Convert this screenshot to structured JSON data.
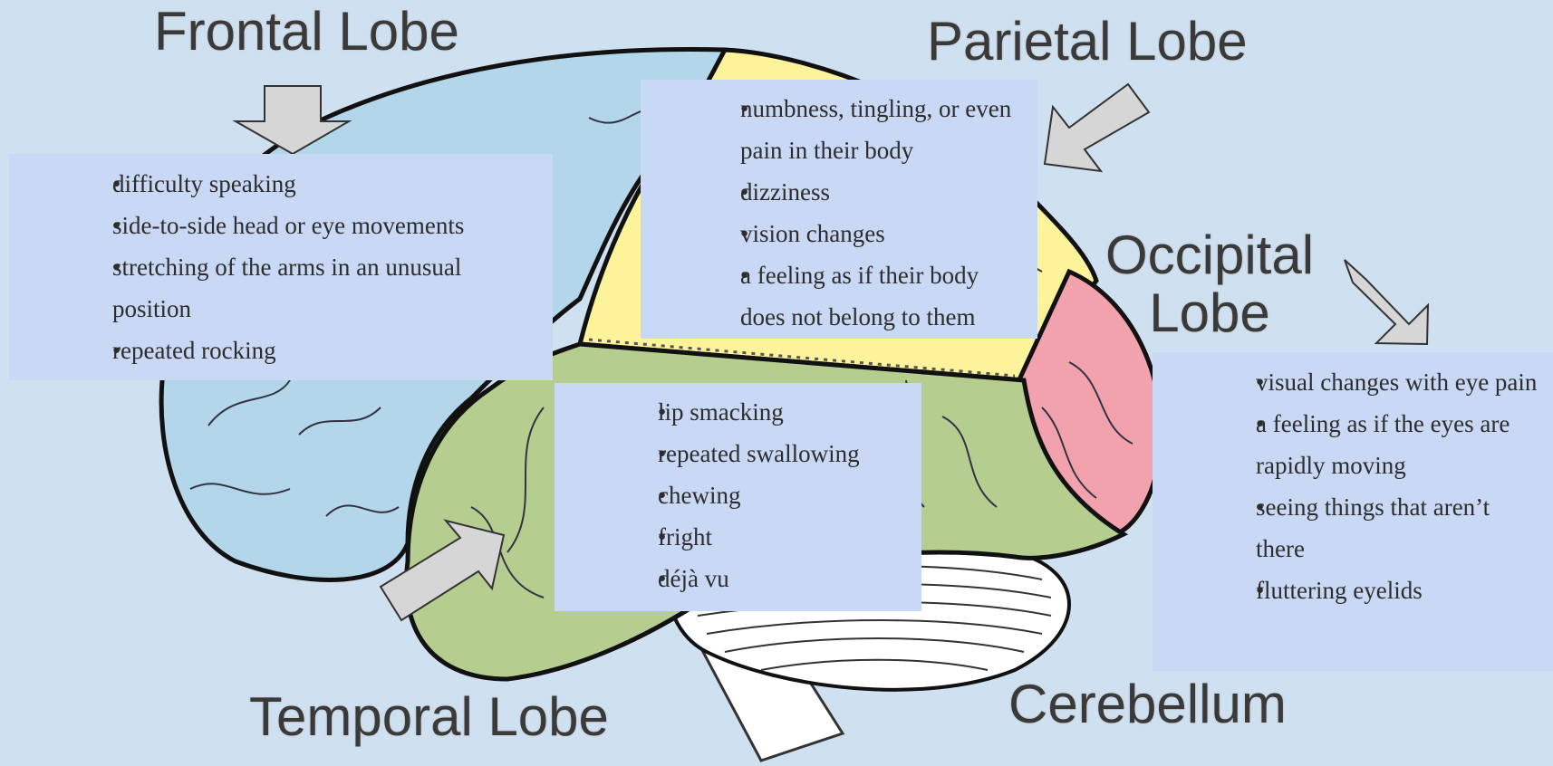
{
  "labels": {
    "frontal": "Frontal Lobe",
    "parietal": "Parietal Lobe",
    "occipital_line1": "Occipital",
    "occipital_line2": "Lobe",
    "temporal": "Temporal Lobe",
    "cerebellum": "Cerebellum"
  },
  "lists": {
    "frontal": [
      "difficulty speaking",
      "side-to-side head or eye movements",
      "stretching of the arms in an unusual position",
      "repeated rocking"
    ],
    "parietal": [
      "numbness, tingling, or even pain in their body",
      "dizziness",
      "vision changes",
      "a feeling as if their body does not belong to them"
    ],
    "temporal": [
      "lip smacking",
      "repeated swallowing",
      "chewing",
      "fright",
      "déjà vu"
    ],
    "occipital": [
      "visual changes with eye pain",
      "a feeling as if the eyes are rapidly moving",
      "seeing things that aren’t there",
      "fluttering eyelids"
    ]
  },
  "colors": {
    "background": "#cfe0f0",
    "frontal": "#b3d6ea",
    "parietal": "#fdf39a",
    "temporal": "#b6cd90",
    "occipital": "#f2a2ac",
    "cerebellum": "#ffffff",
    "panel": "#c8d8f5",
    "arrow": "#d6d6d6"
  }
}
